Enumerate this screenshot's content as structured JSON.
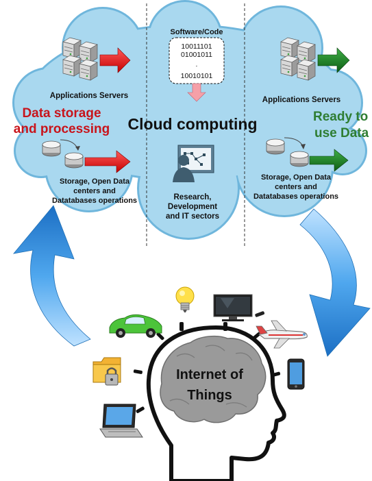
{
  "cloud": {
    "title": "Cloud computing",
    "software_label": "Software/Code",
    "code_lines": [
      "10011101",
      "01001011",
      ".",
      "10010101"
    ],
    "left": {
      "caption_line1": "Data storage",
      "caption_line2": "and processing",
      "servers_label": "Applications Servers",
      "storage_line1": "Storage, Open Data",
      "storage_line2": "centers and",
      "storage_line3": "Datatabases operations"
    },
    "middle": {
      "line1": "Research,",
      "line2": "Development",
      "line3": "and IT sectors"
    },
    "right": {
      "caption_line1": "Ready to",
      "caption_line2": "use Data",
      "servers_label": "Applications Servers",
      "storage_line1": "Storage, Open Data",
      "storage_line2": "centers and",
      "storage_line3": "Datatabases operations"
    }
  },
  "iot": {
    "line1": "Internet of",
    "line2": "Things"
  },
  "colors": {
    "cloud": "#a9d8ef",
    "cloud_edge": "#6fb6dc",
    "red_arrow": "#e01515",
    "green_arrow": "#157a1e",
    "red_text": "#c8141b",
    "green_text": "#2e7d32",
    "cycle_arrow": "#3c95e0",
    "brain": "#9a9a9a"
  },
  "icons": [
    "server-icon",
    "database-icon",
    "researcher-icon",
    "lightbulb-icon",
    "car-icon",
    "monitor-icon",
    "airplane-icon",
    "folder-lock-icon",
    "smartphone-icon",
    "laptop-icon"
  ]
}
